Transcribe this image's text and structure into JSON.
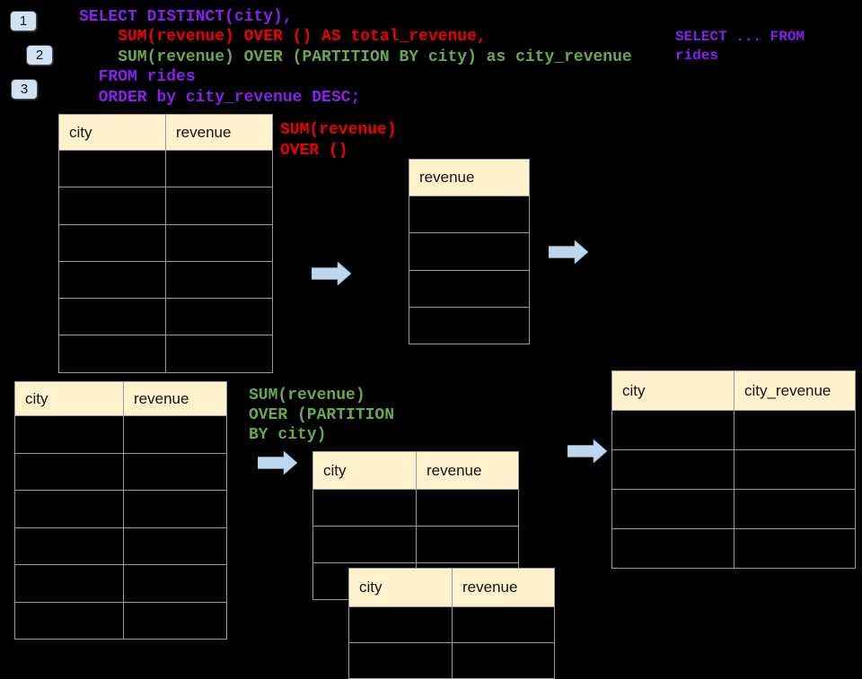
{
  "colors": {
    "purple": "#8820EE",
    "red": "#EE0000",
    "green": "#6AA84F",
    "cream": "#FFF2CC",
    "arrow_blue": "#BDD7EE",
    "badge_blue": "#CFE2F3",
    "line": "#9B9B9B"
  },
  "badges": {
    "one": "1",
    "two": "2",
    "three": "3"
  },
  "code": {
    "lines": [
      {
        "text": "SELECT DISTINCT(city),",
        "color": "purple"
      },
      {
        "text": "    SUM(revenue) OVER () AS total_revenue,",
        "color": "red"
      },
      {
        "text": "    SUM(revenue) OVER (PARTITION BY city) as city_revenue",
        "color": "green"
      },
      {
        "text": "  FROM rides",
        "color": "purple"
      },
      {
        "text": "  ORDER by city_revenue DESC;",
        "color": "purple"
      }
    ]
  },
  "side_note": {
    "text": "SELECT ... FROM\nrides"
  },
  "labels": {
    "total": {
      "text": "SUM(revenue)\nOVER ()"
    },
    "partition": {
      "text": "SUM(revenue)\nOVER (PARTITION\nBY city)"
    }
  },
  "tables": {
    "source_top": {
      "headers": [
        "city",
        "revenue"
      ],
      "rows": 6
    },
    "revenue_only": {
      "headers": [
        "revenue"
      ],
      "rows": 4
    },
    "source_bottom": {
      "headers": [
        "city",
        "revenue"
      ],
      "rows": 6
    },
    "partition_mid": {
      "headers": [
        "city",
        "revenue"
      ],
      "rows": 3
    },
    "partition_overlap": {
      "headers": [
        "city",
        "revenue"
      ],
      "rows": 2
    },
    "city_revenue": {
      "headers": [
        "city",
        "city_revenue"
      ],
      "rows": 4
    }
  }
}
